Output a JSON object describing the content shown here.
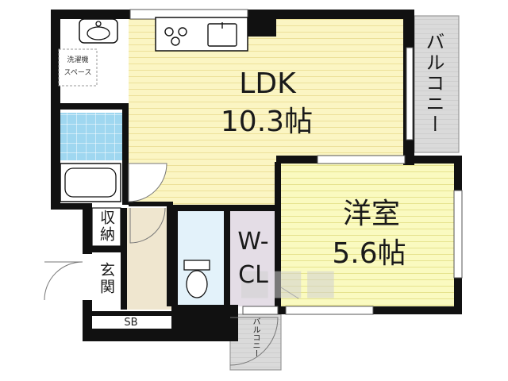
{
  "rooms": {
    "ldk": {
      "name": "LDK",
      "size": "10.3帖"
    },
    "western": {
      "name": "洋室",
      "size": "5.6帖"
    },
    "wcl": {
      "name_line1": "W-",
      "name_line2": "CL"
    },
    "storage": {
      "name": "収納"
    },
    "entrance": {
      "name": "玄関"
    },
    "shoe_box": {
      "name": "SB"
    },
    "washer": {
      "name_line1": "洗濯機",
      "name_line2": "スペース"
    },
    "balcony_main": {
      "name": "バルコニー"
    },
    "balcony_small": {
      "name": "バルコニー"
    }
  },
  "colors": {
    "wall": "#111111",
    "ldk_floor": "#fbf5c3",
    "western_floor": "#fafac0",
    "wcl_floor": "#e4dde6",
    "entry_floor": "#efe6cf",
    "bath_tile": "#9fd7f0",
    "toilet_floor": "#e3f2fa",
    "balcony": "#dadada"
  }
}
